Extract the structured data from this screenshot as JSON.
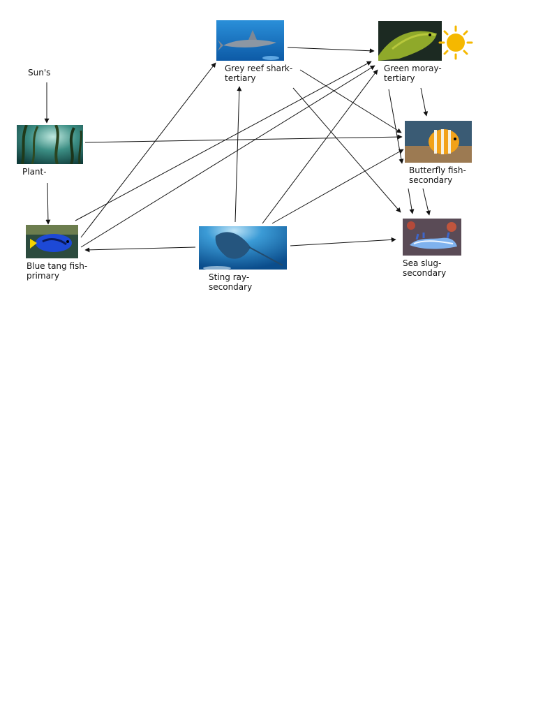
{
  "labels": {
    "sun": "Sun's",
    "plant": "Plant-",
    "blue_tang_l1": "Blue tang fish-",
    "blue_tang_l2": "primary",
    "shark_l1": "Grey reef shark-",
    "shark_l2": "tertiary",
    "moray_l1": "Green moray-",
    "moray_l2": "tertiary",
    "butterfly_l1": "Butterfly fish-",
    "butterfly_l2": "secondary",
    "stingray_l1": "Sting ray-",
    "stingray_l2": "secondary",
    "seaslug_l1": "Sea slug-",
    "seaslug_l2": "secondary"
  },
  "icons": [
    "kelp-photo",
    "blue-tang-photo",
    "shark-photo",
    "moray-eel-photo",
    "butterfly-fish-photo",
    "sting-ray-photo",
    "sea-slug-photo",
    "sun-icon"
  ],
  "colors": {
    "sun": "#f5b800",
    "arrow": "#111111"
  }
}
